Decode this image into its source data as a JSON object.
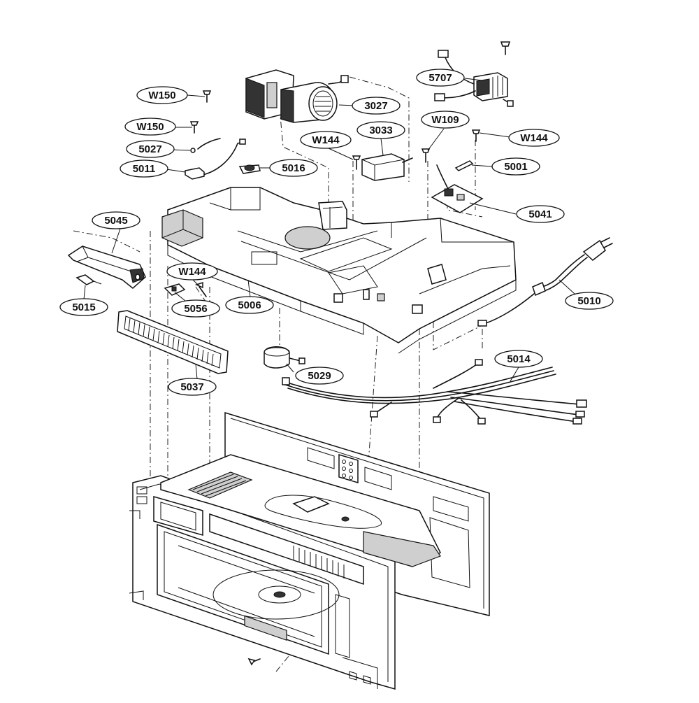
{
  "diagram": {
    "callouts": {
      "w150_top": "W150",
      "w150_mid": "W150",
      "p5027": "5027",
      "p5011": "5011",
      "p5016": "5016",
      "p3027": "3027",
      "p3033": "3033",
      "w144_top": "W144",
      "w109": "W109",
      "w144_right": "W144",
      "p5707": "5707",
      "p5001": "5001",
      "p5041": "5041",
      "p5045": "5045",
      "w144_left": "W144",
      "p5015": "5015",
      "p5056": "5056",
      "p5006": "5006",
      "p5010": "5010",
      "p5037": "5037",
      "p5029": "5029",
      "p5014": "5014"
    }
  }
}
